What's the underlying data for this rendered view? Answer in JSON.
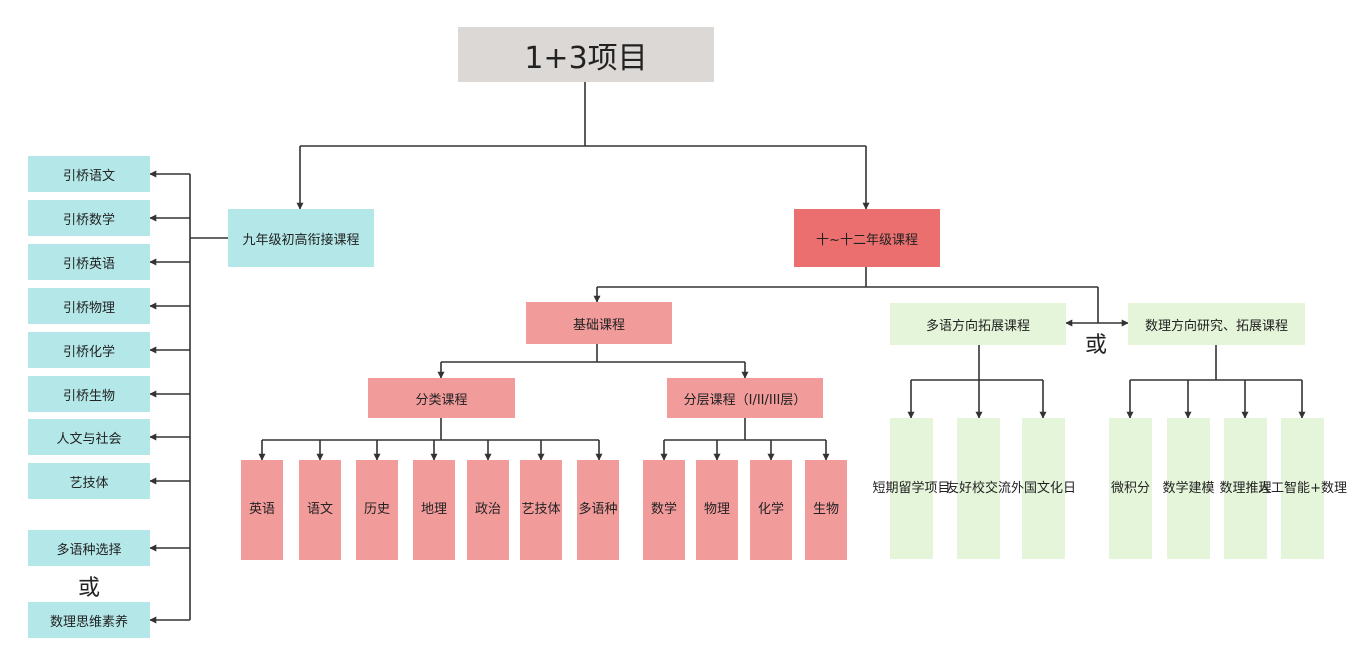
{
  "title": "1+3项目",
  "grade9": {
    "label": "九年级初高衔接课程",
    "items": [
      "引桥语文",
      "引桥数学",
      "引桥英语",
      "引桥物理",
      "引桥化学",
      "引桥生物",
      "人文与社会",
      "艺技体",
      "多语种选择",
      "数理思维素养"
    ]
  },
  "or_text": "或",
  "grade1012": {
    "label": "十~十二年级课程",
    "basic": {
      "label": "基础课程",
      "classified": {
        "label": "分类课程",
        "items": [
          "英语",
          "语文",
          "历史",
          "地理",
          "政治",
          "艺技体",
          "多语种"
        ]
      },
      "layered": {
        "label": "分层课程（I/II/III层）",
        "items": [
          "数学",
          "物理",
          "化学",
          "生物"
        ]
      }
    },
    "multilingual": {
      "label": "多语方向拓展课程",
      "items": [
        "短期留学项目",
        "友好校交流",
        "外国文化日"
      ]
    },
    "math": {
      "label": "数理方向研究、拓展课程",
      "items": [
        "微积分",
        "数学建模",
        "数理推理",
        "人工智能+数理"
      ]
    }
  },
  "colors": {
    "title_box": "#dcd8d6",
    "grade9_box": "#b4e7e8",
    "grade1012_box": "#ec6f6f",
    "basic_box": "#f29b9b",
    "extension_box": "#e5f5da",
    "connector": "#333333"
  }
}
